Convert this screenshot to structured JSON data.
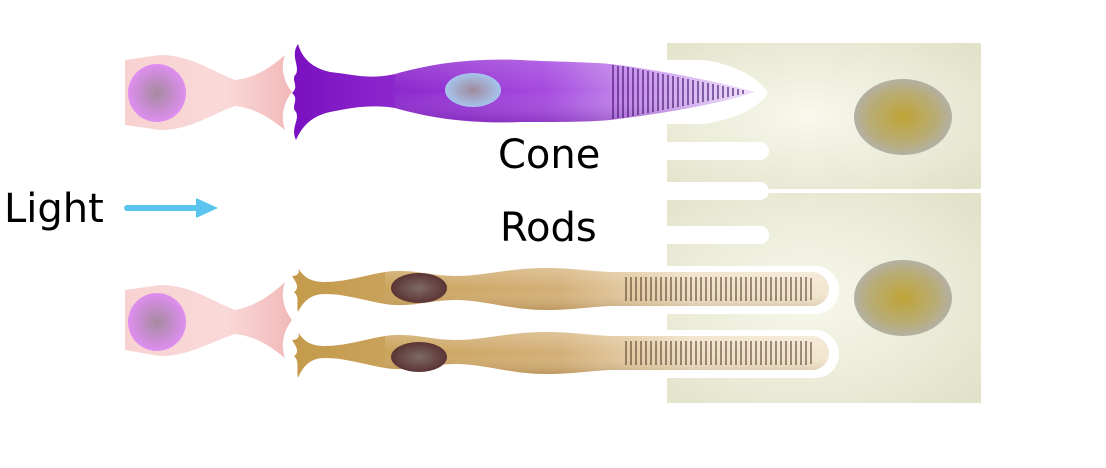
{
  "labels": {
    "light": "Light",
    "cone": "Cone",
    "rods": "Rods"
  },
  "colors": {
    "light_arrow": "#5bc4ee",
    "cone_cell": "#8a1dc8",
    "cone_nucleus": "#9bbbe8",
    "rod_cell": "#c49a4a",
    "rod_nucleus": "#5e3d3d",
    "bipolar_cell": "#f6c7c6",
    "bipolar_nucleus": "#d98ee6",
    "epithelium": "#e4e4cd",
    "epithelium_nucleus": "#c0a636"
  }
}
